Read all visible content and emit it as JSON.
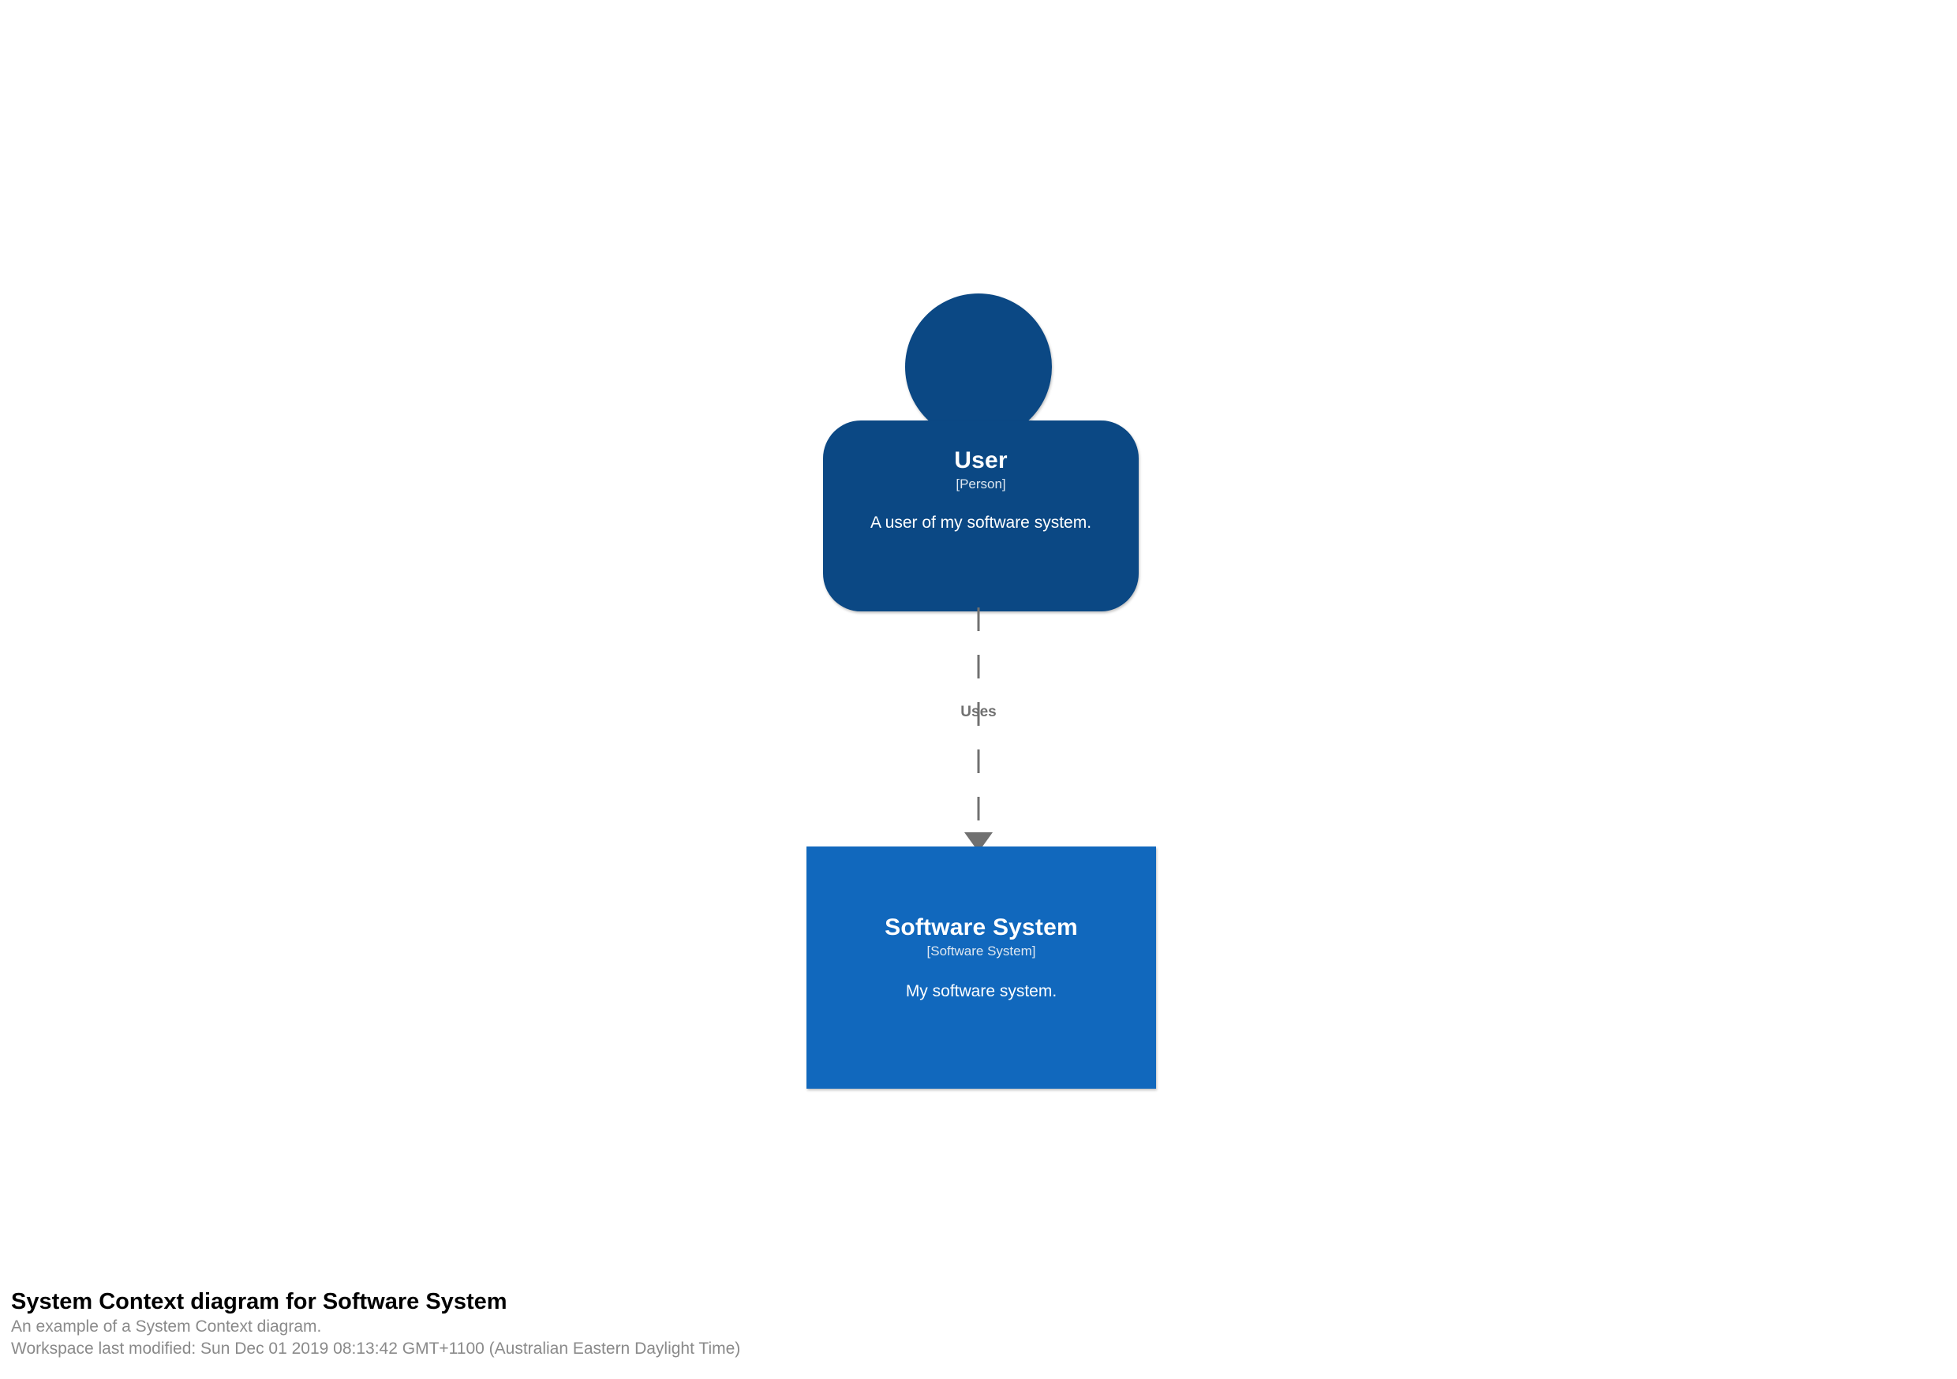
{
  "diagram": {
    "kind": "c4-system-context",
    "background_color": "#ffffff",
    "elements": [
      {
        "id": "user",
        "shape": "person",
        "name": "User",
        "type": "[Person]",
        "description": "A user of my software system.",
        "color": "#0B4884"
      },
      {
        "id": "software-system",
        "shape": "box",
        "name": "Software System",
        "type": "[Software System]",
        "description": "My software system.",
        "color": "#1168BD"
      }
    ],
    "relationships": [
      {
        "source": "user",
        "destination": "software-system",
        "label": "Uses",
        "line_style": "dashed",
        "arrow": "down",
        "color": "#707070"
      }
    ]
  },
  "caption": {
    "title": "System Context diagram for Software System",
    "description": "An example of a System Context diagram.",
    "last_modified": "Workspace last modified: Sun Dec 01 2019 08:13:42 GMT+1100 (Australian Eastern Daylight Time)"
  }
}
